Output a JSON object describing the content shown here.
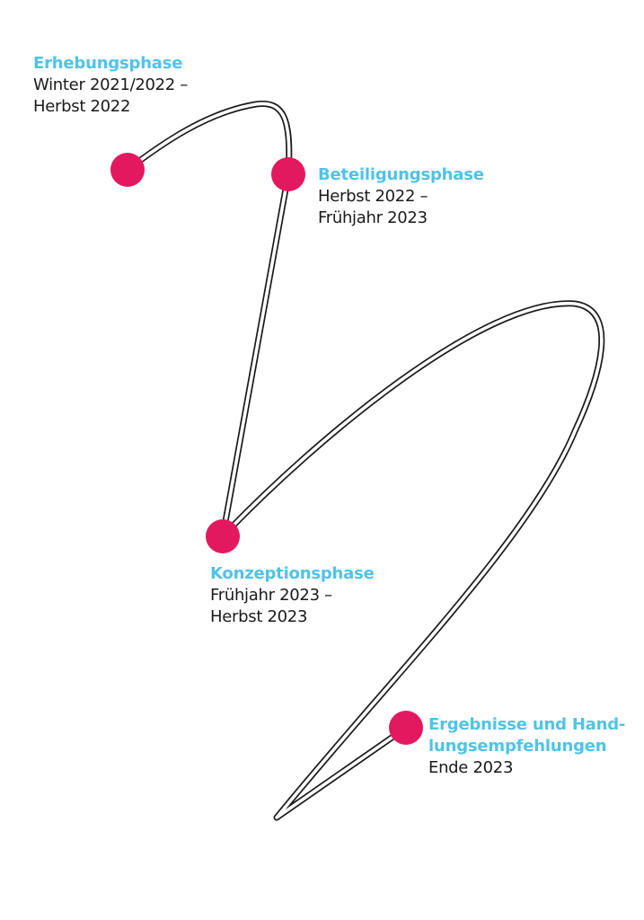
{
  "colors": {
    "title": "#4fc3e8",
    "milestone": "#e3195f",
    "line": "#1a1a1a",
    "line_fill": "#ffffff"
  },
  "phases": [
    {
      "title_lines": [
        "Erhebungsphase"
      ],
      "date_lines": [
        "Winter 2021/2022 –",
        "Herbst 2022"
      ]
    },
    {
      "title_lines": [
        "Beteiligungsphase"
      ],
      "date_lines": [
        "Herbst 2022 –",
        "Frühjahr 2023"
      ]
    },
    {
      "title_lines": [
        "Konzeptionsphase"
      ],
      "date_lines": [
        "Frühjahr 2023 –",
        "Herbst 2023"
      ]
    },
    {
      "title_lines": [
        "Ergebnisse und Hand-",
        "lungsempfehlungen"
      ],
      "date_lines": [
        "Ende 2023"
      ]
    }
  ]
}
